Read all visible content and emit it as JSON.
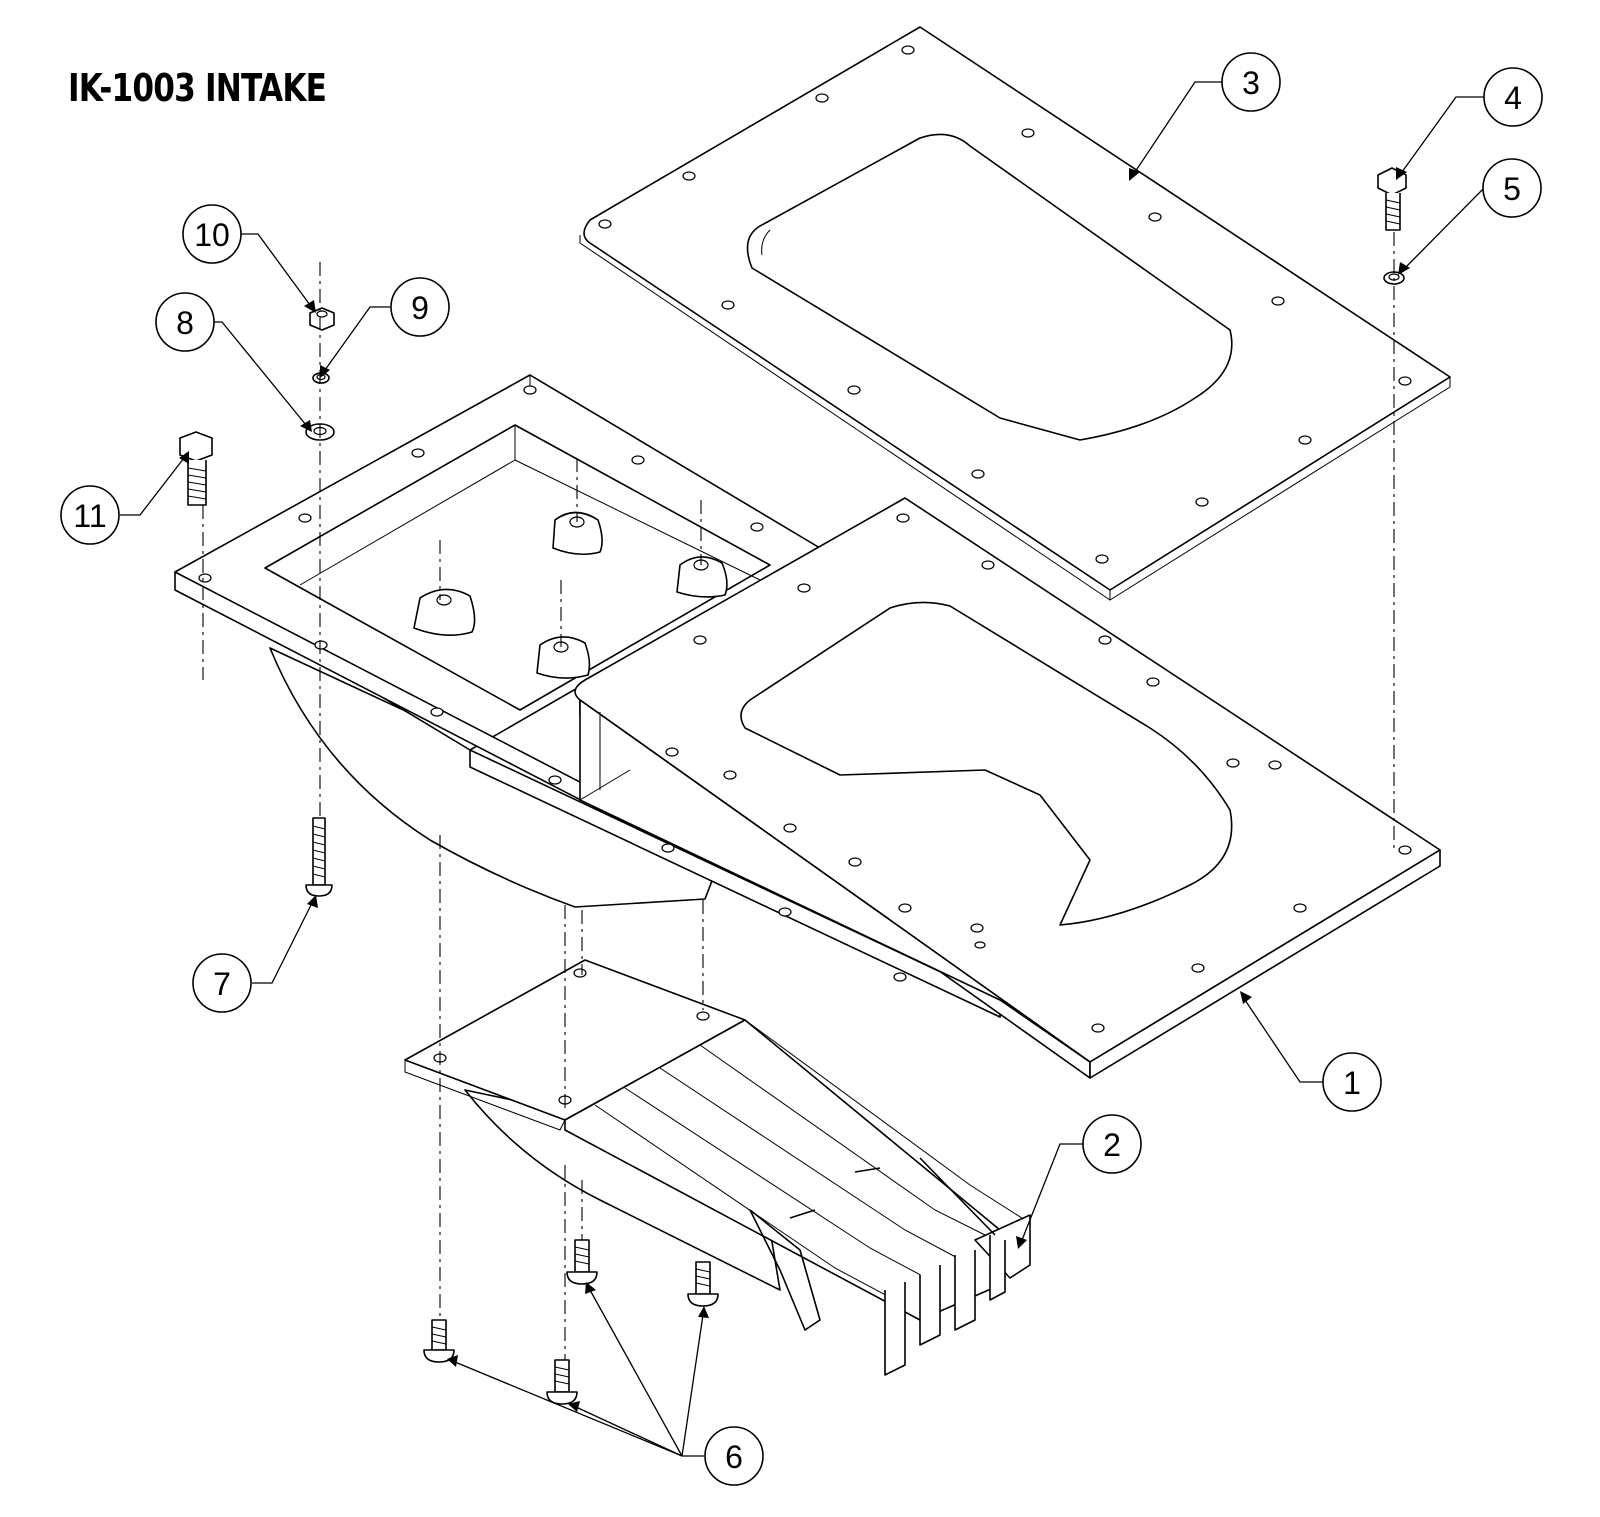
{
  "title": "IK-1003 INTAKE",
  "callouts": [
    {
      "id": "c1",
      "label": "1"
    },
    {
      "id": "c2",
      "label": "2"
    },
    {
      "id": "c3",
      "label": "3"
    },
    {
      "id": "c4",
      "label": "4"
    },
    {
      "id": "c5",
      "label": "5"
    },
    {
      "id": "c6",
      "label": "6"
    },
    {
      "id": "c7",
      "label": "7"
    },
    {
      "id": "c8",
      "label": "8"
    },
    {
      "id": "c9",
      "label": "9"
    },
    {
      "id": "c10",
      "label": "10"
    },
    {
      "id": "c11",
      "label": "11"
    }
  ]
}
